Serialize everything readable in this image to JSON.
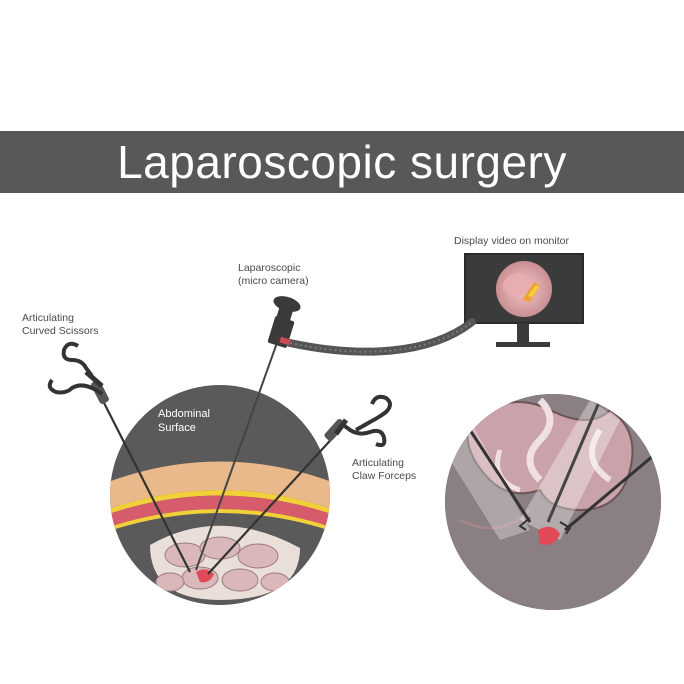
{
  "title": "Laparoscopic surgery",
  "labels": {
    "scissors_line1": "Articulating",
    "scissors_line2": "Curved Scissors",
    "camera_line1": "Laparoscopic",
    "camera_line2": "(micro camera)",
    "monitor": "Display video on monitor",
    "abdominal_line1": "Abdominal",
    "abdominal_line2": "Surface",
    "forceps_line1": "Articulating",
    "forceps_line2": "Claw Forceps"
  },
  "colors": {
    "title_bar": "#585858",
    "circle_dark": "#5a5a5a",
    "abdomen_wall": "#e9b98c",
    "muscle": "#d65b6b",
    "fat": "#f2d03a",
    "tissue_pink": "#c9a3a9",
    "monitor_frame": "#3a3a3a"
  }
}
